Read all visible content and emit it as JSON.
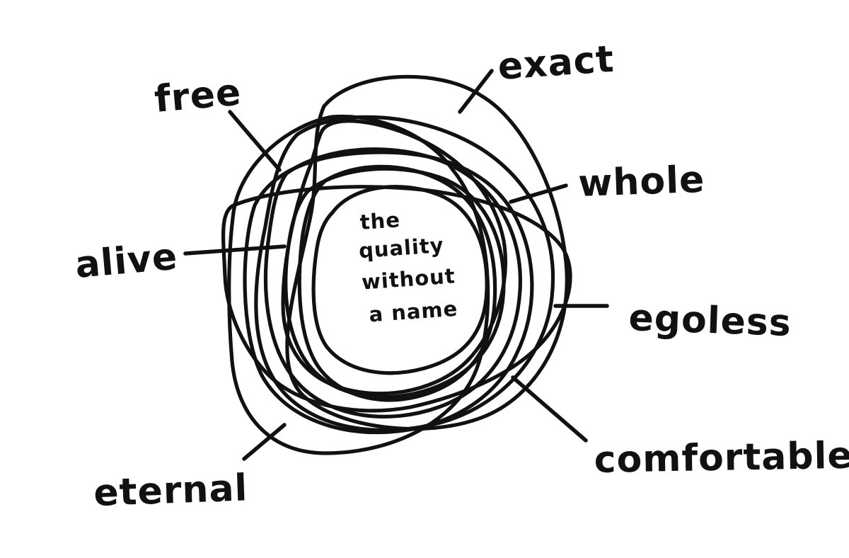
{
  "diagram": {
    "center_text": [
      "the",
      "quality",
      "without",
      "a name"
    ],
    "labels": {
      "free": "free",
      "exact": "exact",
      "whole": "whole",
      "alive": "alive",
      "egoless": "egoless",
      "comfortable": "comfortable",
      "eternal": "eternal"
    },
    "ink_color": "#111111",
    "background_color": "#ffffff"
  }
}
